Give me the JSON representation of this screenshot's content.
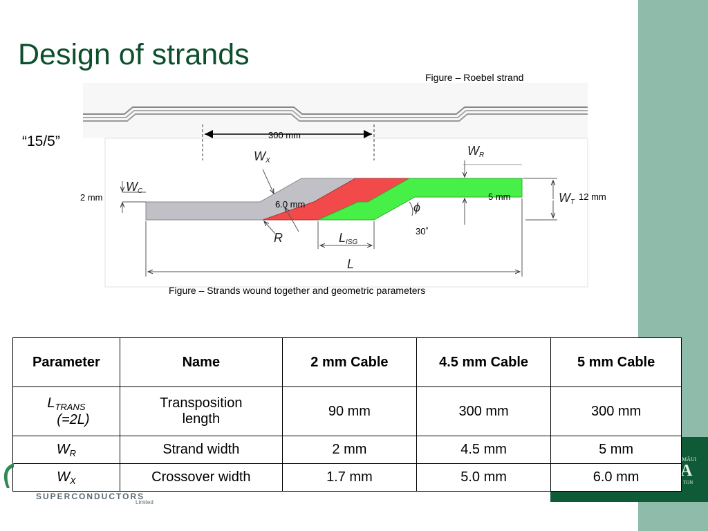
{
  "slide": {
    "title": "Design of strands",
    "quote_label": "“15/5”"
  },
  "figures": {
    "roebel_caption": "Figure – Roebel strand",
    "strands_caption": "Figure – Strands wound together and geometric parameters",
    "dim_300": "300 mm",
    "dim_2": "2 mm",
    "dim_6": "6.0 mm",
    "dim_5": "5 mm",
    "dim_12": "12 mm",
    "angle": "30˚",
    "sym_wx": "W",
    "sym_wx_sub": "X",
    "sym_wc": "W",
    "sym_wc_sub": "C",
    "sym_wr": "W",
    "sym_wr_sub": "R",
    "sym_wt": "W",
    "sym_wt_sub": "T",
    "sym_r": "R",
    "sym_phi": "ϕ",
    "sym_lisg": "L",
    "sym_lisg_sub": "ISG",
    "sym_l": "L",
    "colors": {
      "gray": "#c0c0c6",
      "red": "#f24a4a",
      "green": "#46f046"
    }
  },
  "table": {
    "headers": [
      "Parameter",
      "Name",
      "2 mm Cable",
      "4.5 mm Cable",
      "5 mm Cable"
    ],
    "rows": [
      {
        "param_main": "L",
        "param_sub": "TRANS",
        "param_extra": "(=2L)",
        "name_line1": "Transposition",
        "name_line2": "length",
        "v2": "90 mm",
        "v45": "300 mm",
        "v5": "300 mm"
      },
      {
        "param_main": "W",
        "param_sub": "R",
        "name": "Strand width",
        "v2": "2 mm",
        "v45": "4.5 mm",
        "v5": "5 mm"
      },
      {
        "param_main": "W",
        "param_sub": "X",
        "name": "Crossover width",
        "v2": "1.7 mm",
        "v45": "5.0 mm",
        "v5": "6.0 mm"
      }
    ]
  },
  "branding": {
    "company": "SUPERCONDUCTORS",
    "company_sub": "Limited",
    "right_logo_letter": "A",
    "right_logo_top": "MĀUI",
    "right_logo_bottom": "TON"
  }
}
